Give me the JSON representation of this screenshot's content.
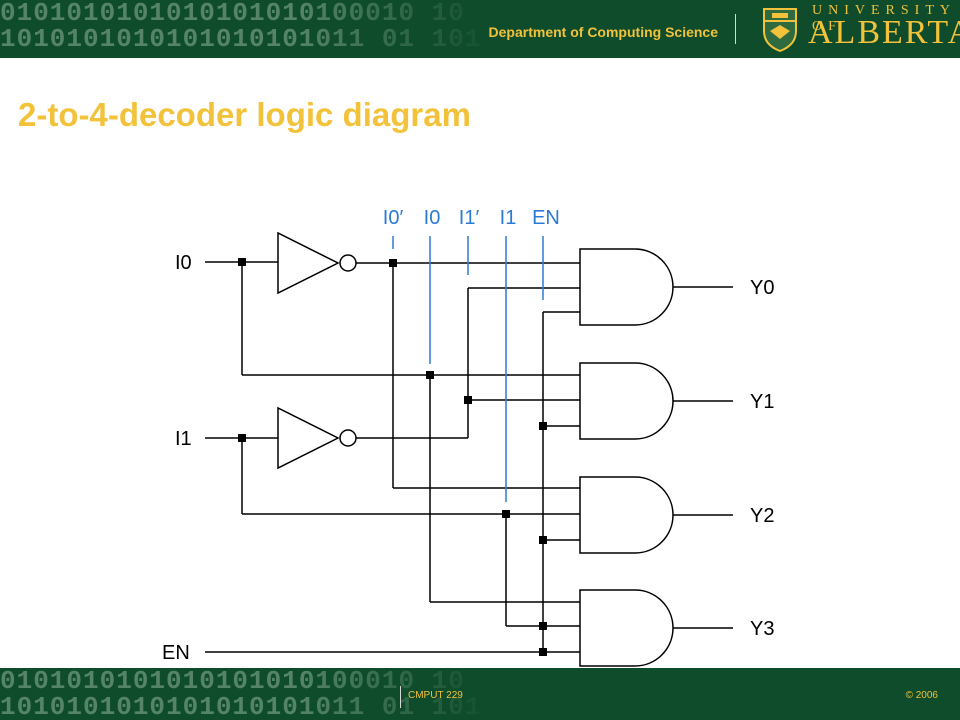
{
  "header": {
    "department": "Department of Computing Science",
    "university_top": "UNIVERSITY OF",
    "university_main": "ALBERTA",
    "binary_rows": [
      "0101010101010101010100010 10 1101",
      "1010101010101010101011 01 101010"
    ]
  },
  "slide": {
    "title": "2-to-4-decoder logic diagram"
  },
  "diagram": {
    "inputs": [
      "I0",
      "I1",
      "EN"
    ],
    "bus_labels": [
      "I0′",
      "I0",
      "I1′",
      "I1",
      "EN"
    ],
    "outputs": [
      "Y0",
      "Y1",
      "Y2",
      "Y3"
    ]
  },
  "footer": {
    "course": "CMPUT 229",
    "copyright": "© 2006",
    "binary_rows": [
      "0101010101010101010100010 10 1101",
      "1010101010101010101011 01 101010"
    ]
  },
  "colors": {
    "green": "#0f4c2c",
    "gold": "#f2c23a",
    "bus_blue": "#2b7bd4"
  }
}
